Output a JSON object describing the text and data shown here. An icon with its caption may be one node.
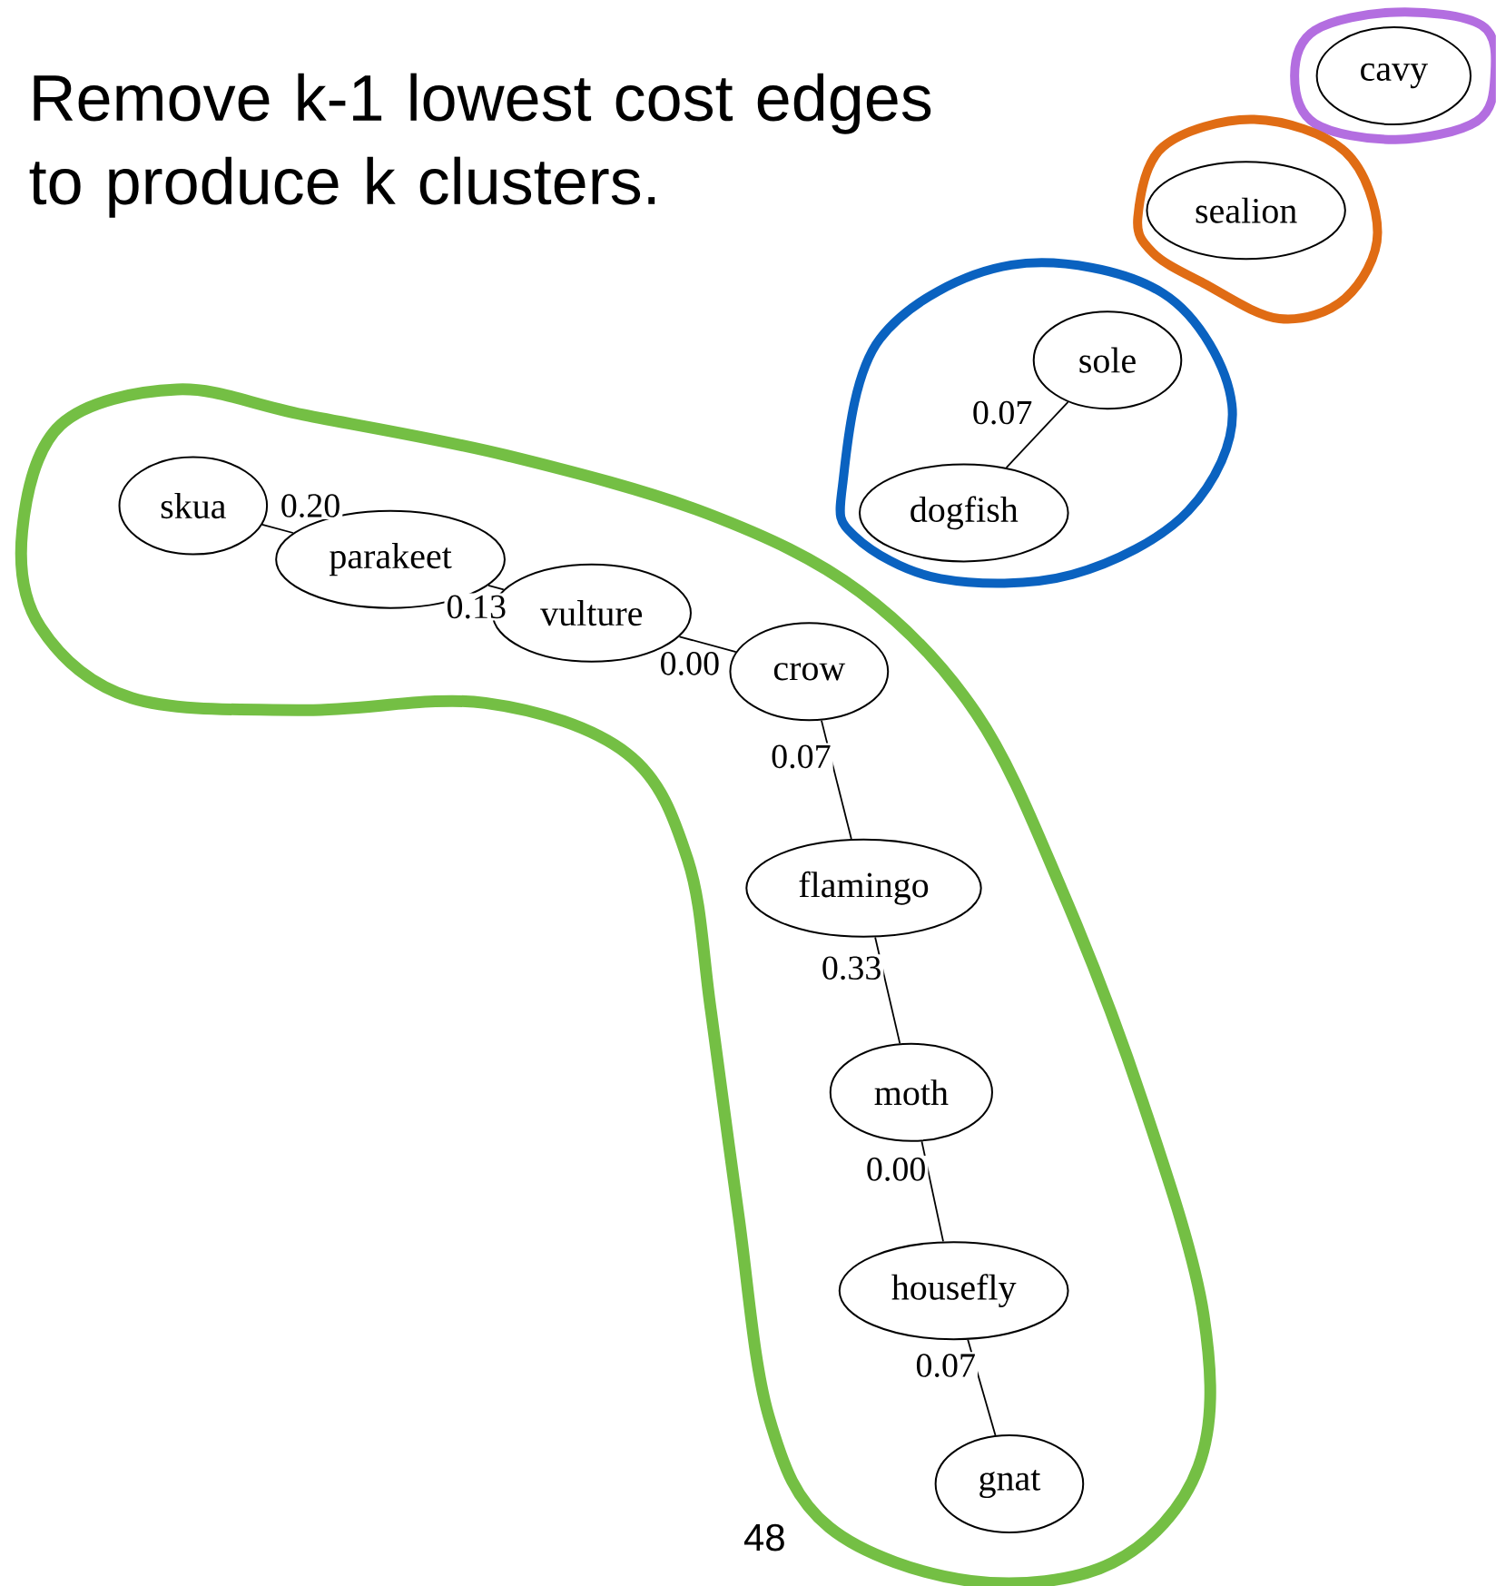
{
  "diagram": {
    "nodes": [
      {
        "text": [],
        "shape": "loop"
      },
      {
        "text": [
          "cavy"
        ],
        "in": 0
      },
      {
        "text": [],
        "shape": "loop"
      },
      {
        "text": [
          "sealion"
        ],
        "in": 2
      },
      {
        "text": [],
        "shape": "loop"
      },
      {
        "text": [
          "sole"
        ],
        "in": 4
      },
      {
        "text": [
          "dogfish"
        ],
        "in": 4
      },
      {
        "text": [],
        "shape": "loop"
      },
      {
        "text": [
          "skua"
        ],
        "in": 7
      },
      {
        "text": [
          "parakeet"
        ],
        "in": 7
      },
      {
        "text": [
          "vulture"
        ],
        "in": 7
      },
      {
        "text": [
          "crow"
        ],
        "in": 7
      },
      {
        "text": [
          "flamingo"
        ],
        "in": 7
      },
      {
        "text": [
          "moth"
        ],
        "in": 7
      },
      {
        "text": [
          "housefly"
        ],
        "in": 7
      },
      {
        "text": [
          "gnat"
        ],
        "in": 7
      }
    ],
    "edges": [
      {
        "from": 5,
        "to": 6,
        "arrow": "none",
        "label": "0.07"
      },
      {
        "from": 8,
        "to": 9,
        "arrow": "none",
        "label": "0.20"
      },
      {
        "from": 9,
        "to": 10,
        "arrow": "none",
        "label": "0.13"
      },
      {
        "from": 10,
        "to": 11,
        "arrow": "none",
        "label": "0.00"
      },
      {
        "from": 11,
        "to": 12,
        "arrow": "none",
        "label": "0.07"
      },
      {
        "from": 12,
        "to": 13,
        "arrow": "none",
        "label": "0.33"
      },
      {
        "from": 13,
        "to": 14,
        "arrow": "none",
        "label": "0.00"
      },
      {
        "from": 14,
        "to": 15,
        "arrow": "none",
        "label": "0.07"
      }
    ],
    "labels": [
      "Remove k-1 lowest cost edges to produce k clusters.",
      "48"
    ]
  }
}
